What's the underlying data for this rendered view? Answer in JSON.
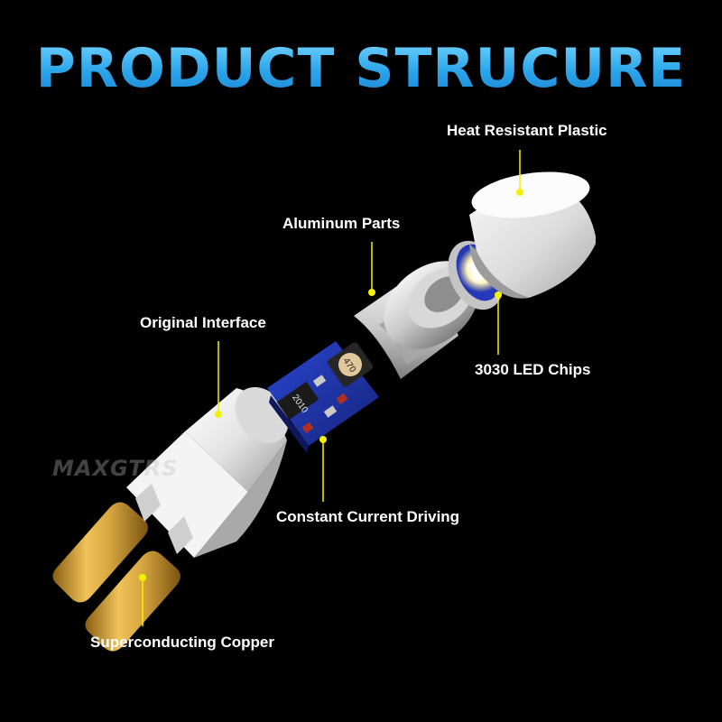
{
  "title": "PRODUCT STRUCURE",
  "watermark": "MAXGTRS",
  "labels": {
    "heat_resistant_plastic": "Heat Resistant Plastic",
    "aluminum_parts": "Aluminum Parts",
    "original_interface": "Original Interface",
    "led_chips": "3030 LED Chips",
    "constant_current_driving": "Constant Current Driving",
    "superconducting_copper": "Superconducting Copper"
  },
  "board_markings": {
    "resistor": "2010",
    "inductor": "470"
  },
  "colors": {
    "background": "#000000",
    "title": "#35b9f4",
    "callout": "#f2f200",
    "pcb": "#1b2fa0",
    "copper": "#d7a640",
    "plastic": "#e8e8e8",
    "aluminum": "#cfcfcf"
  }
}
